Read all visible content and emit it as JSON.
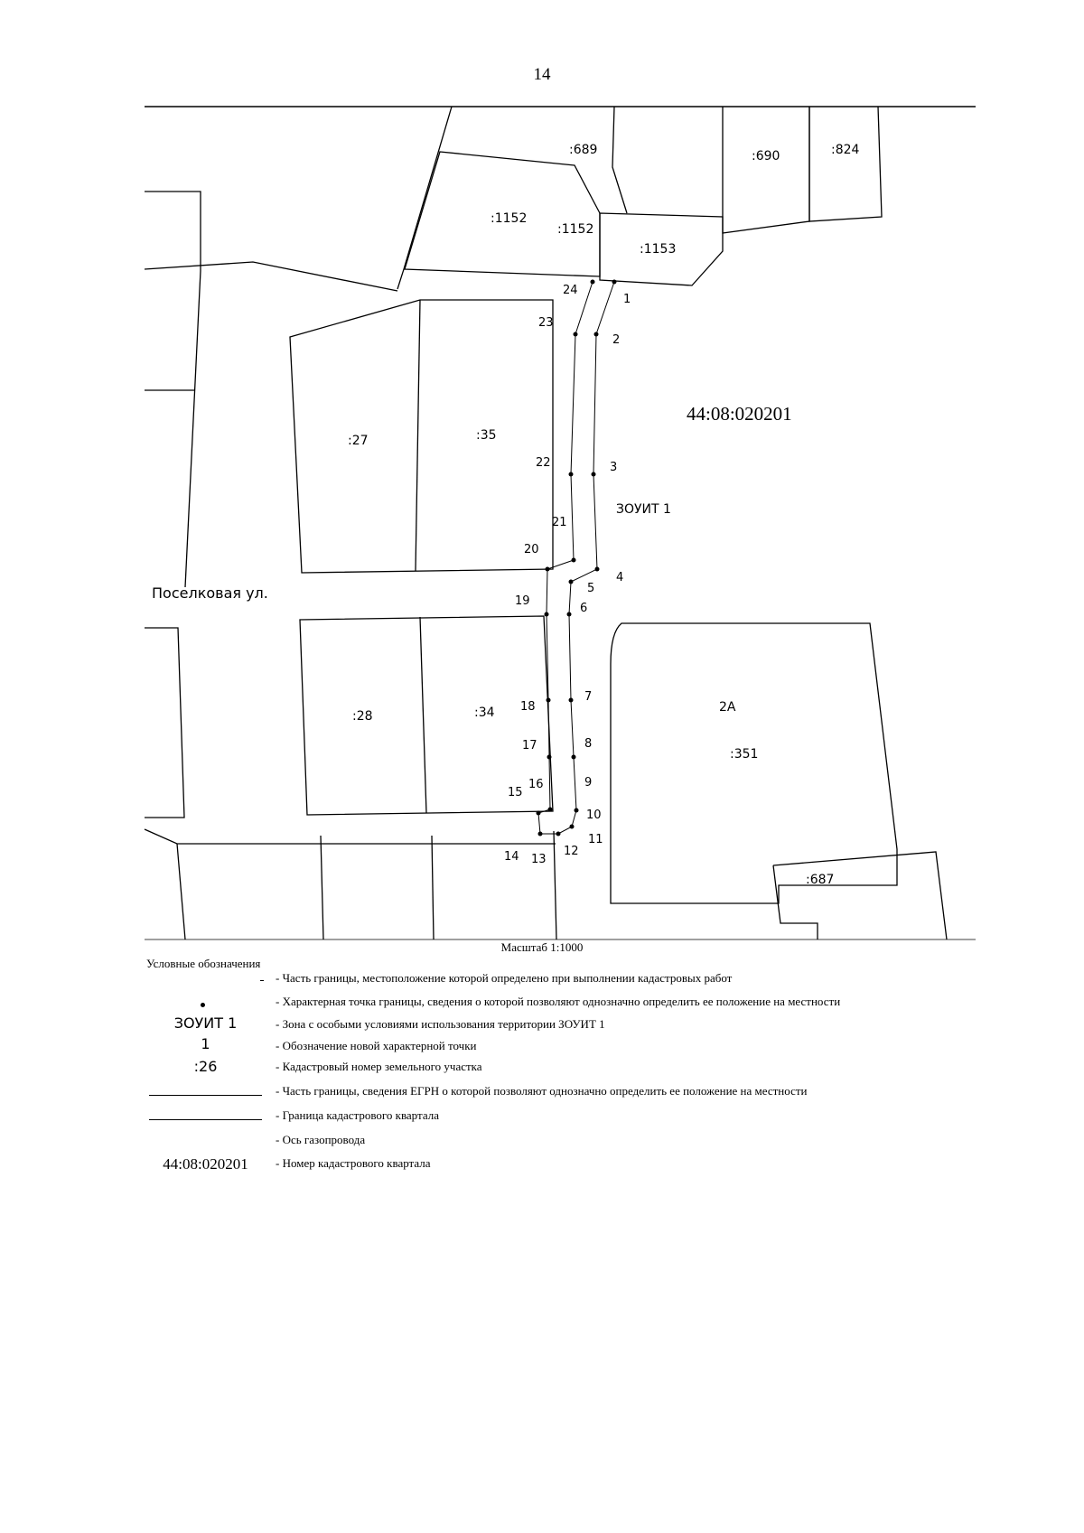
{
  "page": {
    "number": "14"
  },
  "map": {
    "quarter_label": "44:08:020201",
    "zone_label": "ЗОУИТ 1",
    "street_label": "Поселковая ул.",
    "parcel_labels": [
      ":689",
      ":690",
      ":824",
      ":1152",
      ":1152",
      ":1153",
      ":27",
      ":35",
      ":28",
      ":34",
      ":351",
      ":687"
    ],
    "house_labels": [
      "2А"
    ],
    "point_labels": [
      "1",
      "2",
      "3",
      "4",
      "5",
      "6",
      "7",
      "8",
      "9",
      "10",
      "11",
      "12",
      "13",
      "14",
      "15",
      "16",
      "17",
      "18",
      "19",
      "20",
      "21",
      "22",
      "23",
      "24"
    ],
    "scale": "Масштаб 1:1000"
  },
  "legend": {
    "title": "Условные обозначения",
    "items": [
      {
        "symbol": "",
        "text": "- Часть границы, местоположение которой определено при выполнении кадастровых работ"
      },
      {
        "symbol": "",
        "text": "- Характерная точка границы, сведения о которой позволяют однозначно определить ее положение на местности"
      },
      {
        "symbol": "ЗОУИТ 1",
        "text": "- Зона с особыми условиями использования территории ЗОУИТ 1"
      },
      {
        "symbol": "1",
        "text": "- Обозначение новой характерной точки"
      },
      {
        "symbol": ":26",
        "text": "- Кадастровый номер земельного участка"
      },
      {
        "symbol": "",
        "text": "- Часть границы, сведения ЕГРН о которой позволяют однозначно определить ее положение на местности"
      },
      {
        "symbol": "",
        "text": "- Граница кадастрового квартала"
      },
      {
        "symbol": "",
        "text": "- Ось газопровода"
      },
      {
        "symbol": "44:08:020201",
        "text": "- Номер кадастрового квартала"
      }
    ]
  }
}
